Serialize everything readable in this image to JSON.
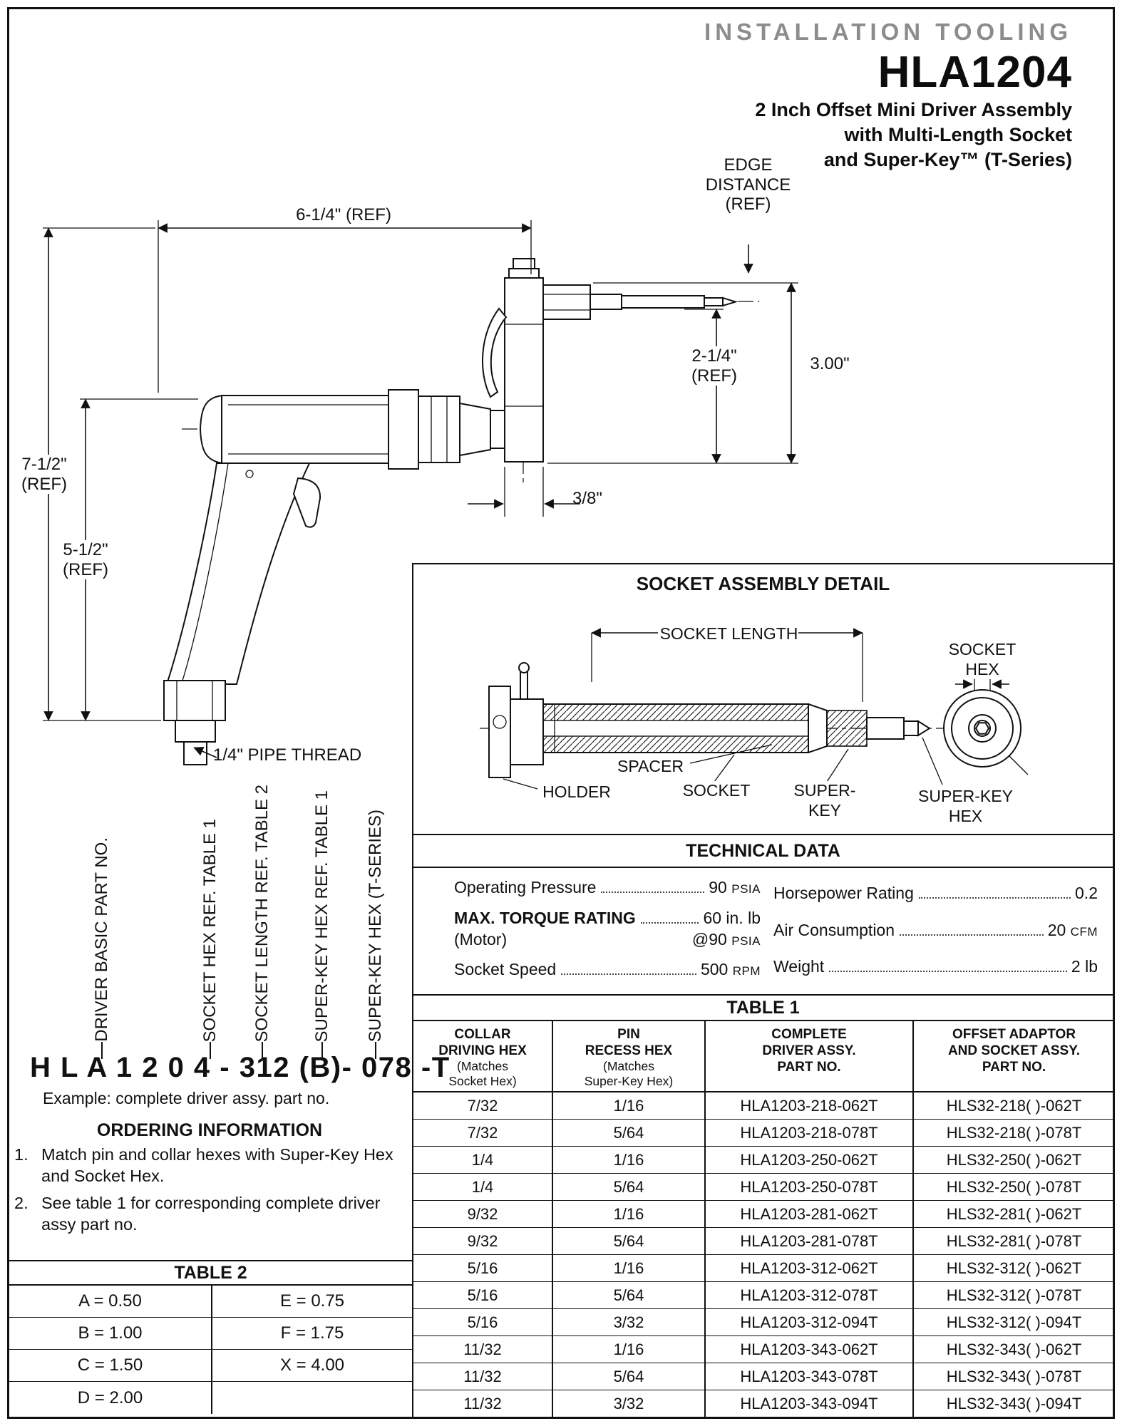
{
  "header": {
    "eyebrow": "INSTALLATION TOOLING",
    "model": "HLA1204",
    "subtitle1": "2 Inch Offset Mini Driver Assembly",
    "subtitle2": "with Multi-Length Socket",
    "subtitle3": "and Super-Key™ (T-Series)"
  },
  "drawing": {
    "dim_width": "6-1/4\" (REF)",
    "edge_distance_l1": "EDGE",
    "edge_distance_l2": "DISTANCE",
    "edge_distance_l3": "(REF)",
    "dim_offset_l1": "2-1/4\"",
    "dim_offset_l2": "(REF)",
    "dim_three": "3.00\"",
    "dim_total_l1": "7-1/2\"",
    "dim_total_l2": "(REF)",
    "dim_handle_l1": "5-1/2\"",
    "dim_handle_l2": "(REF)",
    "dim_head": "3/8\"",
    "pipe_thread": "1/4\" PIPE THREAD"
  },
  "socket_detail": {
    "title": "SOCKET ASSEMBLY DETAIL",
    "socket_length": "SOCKET LENGTH",
    "socket_hex_l1": "SOCKET",
    "socket_hex_l2": "HEX",
    "spacer": "SPACER",
    "holder": "HOLDER",
    "socket": "SOCKET",
    "super_key": "SUPER-KEY",
    "super_key_hex_l1": "SUPER-KEY",
    "super_key_hex_l2": "HEX"
  },
  "technical_data": {
    "title": "TECHNICAL DATA",
    "operating_pressure_label": "Operating Pressure",
    "operating_pressure_value": "90",
    "operating_pressure_unit": "PSIA",
    "torque_label": "MAX. TORQUE RATING",
    "torque_value": "60 in. lb",
    "torque_sub_label": "(Motor)",
    "torque_sub_value": "@90",
    "torque_sub_unit": "PSIA",
    "socket_speed_label": "Socket Speed",
    "socket_speed_value": "500",
    "socket_speed_unit": "RPM",
    "horsepower_label": "Horsepower Rating",
    "horsepower_value": "0.2",
    "air_label": "Air Consumption",
    "air_value": "20",
    "air_unit": "CFM",
    "weight_label": "Weight",
    "weight_value": "2 lb"
  },
  "part_number": {
    "labels": [
      "DRIVER BASIC PART NO.",
      "SOCKET HEX REF. TABLE 1",
      "SOCKET LENGTH REF. TABLE 2",
      "SUPER-KEY HEX REF. TABLE 1",
      "SUPER-KEY HEX (T-SERIES)"
    ],
    "number": "H L A 1 2 0 4 - 312 (B)- 078 -T",
    "example": "Example: complete driver assy. part no."
  },
  "ordering": {
    "title": "ORDERING INFORMATION",
    "item1_no": "1.",
    "item1": "Match pin and collar hexes with Super-Key Hex and Socket Hex.",
    "item2_no": "2.",
    "item2": "See table 1 for corresponding complete driver assy part no."
  },
  "table2": {
    "title": "TABLE 2",
    "rows": [
      [
        "A = 0.50",
        "E = 0.75"
      ],
      [
        "B = 1.00",
        "F = 1.75"
      ],
      [
        "C = 1.50",
        "X = 4.00"
      ],
      [
        "D = 2.00",
        ""
      ]
    ]
  },
  "table1": {
    "title": "TABLE 1",
    "headers": [
      {
        "l1": "COLLAR",
        "l2": "DRIVING HEX",
        "s1": "(Matches",
        "s2": "Socket Hex)"
      },
      {
        "l1": "PIN",
        "l2": "RECESS HEX",
        "s1": "(Matches",
        "s2": "Super-Key Hex)"
      },
      {
        "l1": "COMPLETE",
        "l2": "DRIVER ASSY.",
        "l3": "PART NO."
      },
      {
        "l1": "OFFSET ADAPTOR",
        "l2": "AND SOCKET ASSY.",
        "l3": "PART NO."
      }
    ],
    "rows": [
      [
        "7/32",
        "1/16",
        "HLA1203-218-062T",
        "HLS32-218( )-062T"
      ],
      [
        "7/32",
        "5/64",
        "HLA1203-218-078T",
        "HLS32-218( )-078T"
      ],
      [
        "1/4",
        "1/16",
        "HLA1203-250-062T",
        "HLS32-250( )-062T"
      ],
      [
        "1/4",
        "5/64",
        "HLA1203-250-078T",
        "HLS32-250( )-078T"
      ],
      [
        "9/32",
        "1/16",
        "HLA1203-281-062T",
        "HLS32-281( )-062T"
      ],
      [
        "9/32",
        "5/64",
        "HLA1203-281-078T",
        "HLS32-281( )-078T"
      ],
      [
        "5/16",
        "1/16",
        "HLA1203-312-062T",
        "HLS32-312( )-062T"
      ],
      [
        "5/16",
        "5/64",
        "HLA1203-312-078T",
        "HLS32-312( )-078T"
      ],
      [
        "5/16",
        "3/32",
        "HLA1203-312-094T",
        "HLS32-312( )-094T"
      ],
      [
        "11/32",
        "1/16",
        "HLA1203-343-062T",
        "HLS32-343( )-062T"
      ],
      [
        "11/32",
        "5/64",
        "HLA1203-343-078T",
        "HLS32-343( )-078T"
      ],
      [
        "11/32",
        "3/32",
        "HLA1203-343-094T",
        "HLS32-343( )-094T"
      ]
    ]
  }
}
